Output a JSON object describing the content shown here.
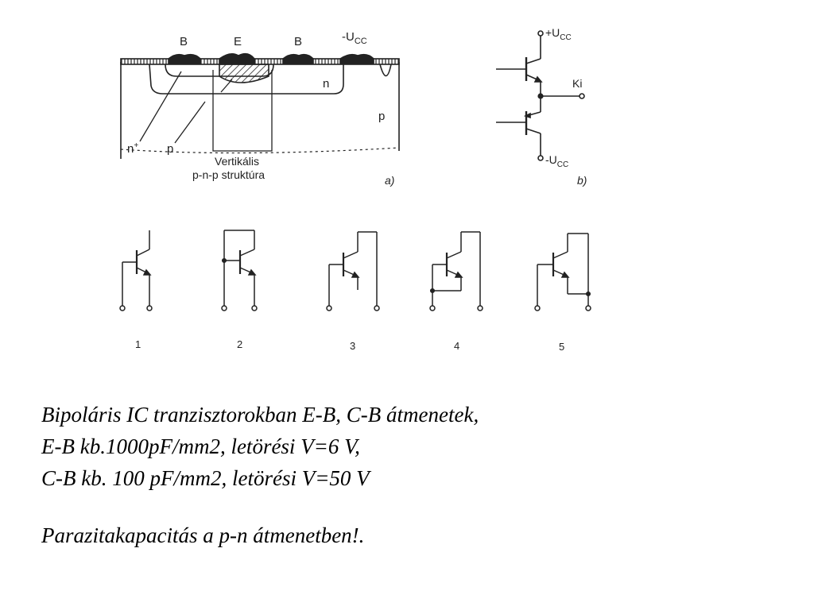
{
  "figure": {
    "cross_section": {
      "terminal_b_left": "B",
      "terminal_e": "E",
      "terminal_b_right": "B",
      "terminal_ucc": "-U",
      "terminal_ucc_sub": "CC",
      "region_n": "n",
      "region_p": "p",
      "region_nplus": "n",
      "region_nplus_sup": "+",
      "region_p_lower": "p",
      "structure_label_line1": "Vertikális",
      "structure_label_line2": "p-n-p struktúra",
      "panel_label": "a)"
    },
    "circuit": {
      "top_supply": "+U",
      "top_supply_sub": "CC",
      "output": "Ki",
      "bottom_supply": "-U",
      "bottom_supply_sub": "CC",
      "panel_label": "b)"
    },
    "variants": [
      "1",
      "2",
      "3",
      "4",
      "5"
    ]
  },
  "caption": {
    "line1": "Bipoláris IC tranzisztorokban  E-B, C-B átmenetek,",
    "line2": "E-B kb.1000pF/mm2, letörési V=6 V,",
    "line3": "C-B kb. 100 pF/mm2, letörési V=50 V",
    "line4": "Parazitakapacitás a p-n átmenetben!."
  }
}
